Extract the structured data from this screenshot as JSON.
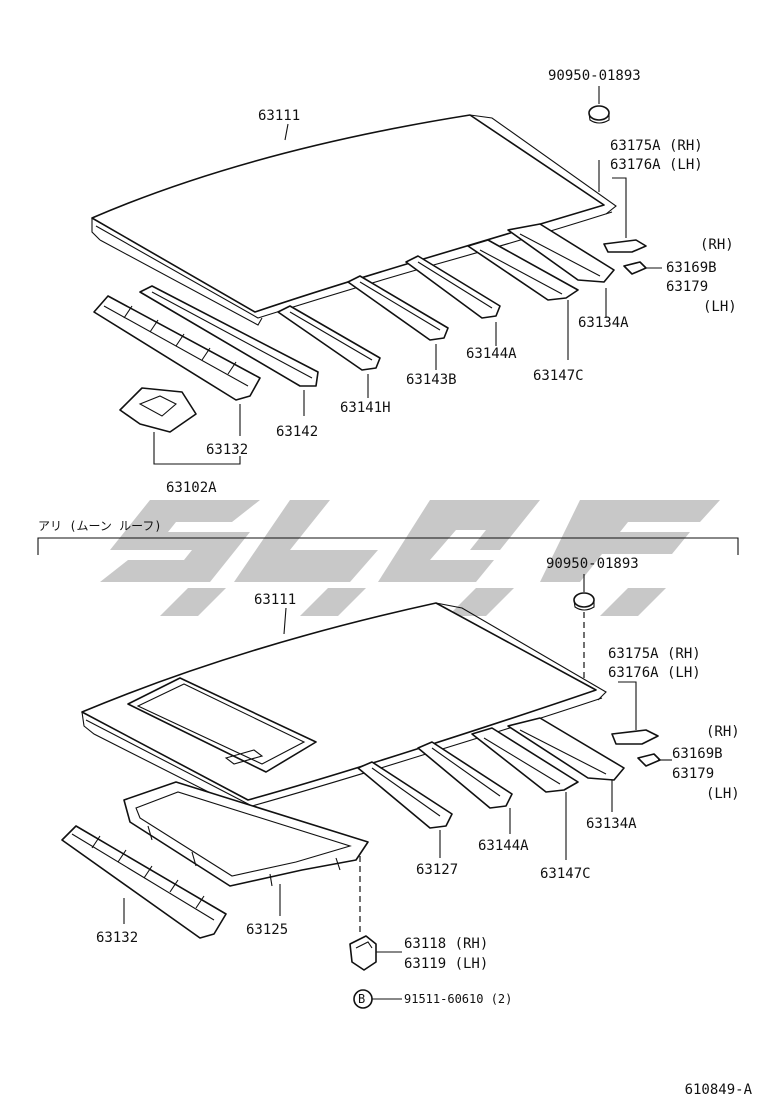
{
  "upper": {
    "labels": {
      "p63111": "63111",
      "p9095001893": "90950-01893",
      "p63175A": "63175A (RH)",
      "p63176A": "63176A (LH)",
      "rh": "(RH)",
      "p63169B": "63169B",
      "p63179": "63179",
      "lh": "(LH)",
      "p63134A": "63134A",
      "p63147C": "63147C",
      "p63144A": "63144A",
      "p63143B": "63143B",
      "p63141H": "63141H",
      "p63142": "63142",
      "p63132": "63132",
      "p63102A": "63102A"
    }
  },
  "section_header": "アリ (ムーン ルーフ)",
  "lower": {
    "labels": {
      "p63111": "63111",
      "p9095001893": "90950-01893",
      "p63175A": "63175A (RH)",
      "p63176A": "63176A (LH)",
      "rh": "(RH)",
      "p63169B": "63169B",
      "p63179": "63179",
      "lh": "(LH)",
      "p63134A": "63134A",
      "p63147C": "63147C",
      "p63144A": "63144A",
      "p63127": "63127",
      "p63125": "63125",
      "p63132": "63132",
      "p63118": "63118 (RH)",
      "p63119": "63119 (LH)",
      "bolt_marker": "B",
      "p9151160610": "91511-60610 (2)"
    }
  },
  "footer_code": "610849-A"
}
